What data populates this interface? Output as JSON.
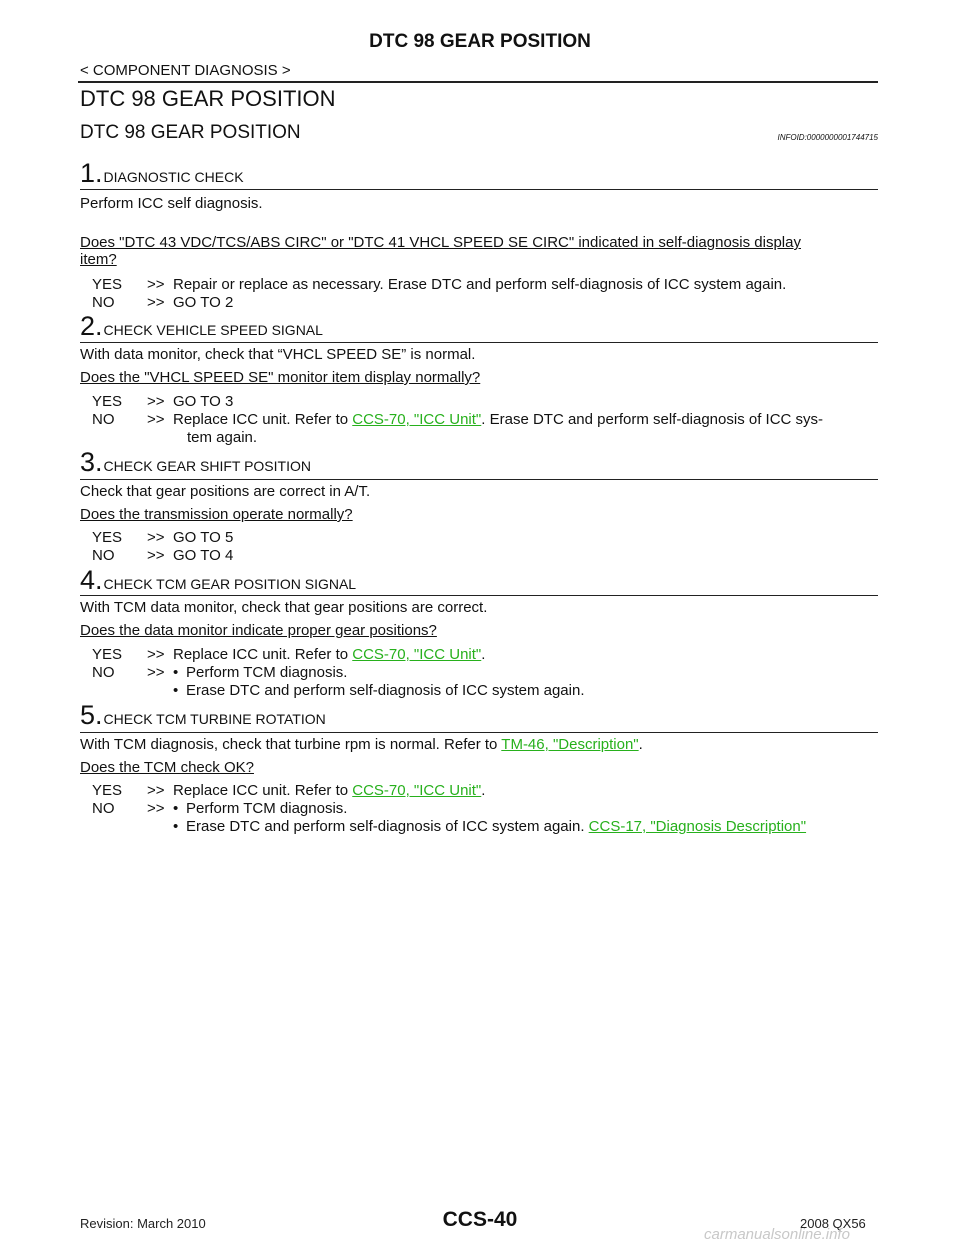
{
  "header": {
    "title": "DTC 98 GEAR POSITION",
    "breadcrumb": "< COMPONENT DIAGNOSIS >"
  },
  "section": {
    "title": "DTC 98 GEAR POSITION",
    "subtitle": "DTC 98 GEAR POSITION",
    "info_id": "INFOID:0000000001744715"
  },
  "steps": [
    {
      "num": "1.",
      "title": "DIAGNOSTIC CHECK",
      "instruction": "Perform ICC self diagnosis.",
      "question_line1": "Does \"DTC 43 VDC/TCS/ABS CIRC\" or \"DTC 41 VHCL SPEED SE CIRC\" indicated in self-diagnosis display",
      "question_line2": "item?",
      "yes_label": "YES",
      "arrow": ">>",
      "yes_text": "Repair or replace as necessary. Erase DTC and perform self-diagnosis of ICC system again.",
      "no_label": "NO",
      "no_text": "GO TO 2"
    },
    {
      "num": "2.",
      "title": "CHECK VEHICLE SPEED SIGNAL",
      "instruction": "With data monitor, check that “VHCL SPEED SE” is normal.",
      "question": "Does the \"VHCL SPEED SE\" monitor item display normally?",
      "yes_label": "YES",
      "arrow": ">>",
      "yes_text": "GO TO 3",
      "no_label": "NO",
      "no_pre": "Replace ICC unit. Refer to ",
      "no_link": "CCS-70, \"ICC Unit\"",
      "no_post": ". Erase DTC and perform self-diagnosis of ICC sys-",
      "no_cont": "tem again."
    },
    {
      "num": "3.",
      "title": "CHECK GEAR SHIFT POSITION",
      "instruction": "Check that gear positions are correct in A/T.",
      "question": "Does the transmission operate normally?",
      "yes_label": "YES",
      "arrow": ">>",
      "yes_text": "GO TO 5",
      "no_label": "NO",
      "no_text": "GO TO 4"
    },
    {
      "num": "4.",
      "title": "CHECK TCM GEAR POSITION SIGNAL",
      "instruction": "With TCM data monitor, check that gear positions are correct.",
      "question": "Does the data monitor indicate proper gear positions?",
      "yes_label": "YES",
      "arrow": ">>",
      "yes_pre": "Replace ICC unit. Refer to ",
      "yes_link": "CCS-70, \"ICC Unit\"",
      "yes_post": ".",
      "no_label": "NO",
      "bullet": "•",
      "no_bullet1": "Perform TCM diagnosis.",
      "no_bullet2": "Erase DTC and perform self-diagnosis of ICC system again."
    },
    {
      "num": "5.",
      "title": "CHECK TCM TURBINE ROTATION",
      "instruction_pre": "With TCM diagnosis, check that turbine rpm is normal. Refer to ",
      "instruction_link": "TM-46, \"Description\"",
      "instruction_post": ".",
      "question": "Does the TCM check OK?",
      "yes_label": "YES",
      "arrow": ">>",
      "yes_pre": "Replace ICC unit. Refer to ",
      "yes_link": "CCS-70, \"ICC Unit\"",
      "yes_post": ".",
      "no_label": "NO",
      "bullet": "•",
      "no_bullet1": "Perform TCM diagnosis.",
      "no_bullet2": "Erase DTC and perform self-diagnosis of ICC system again. ",
      "no_link": "CCS-17, \"Diagnosis Description\""
    }
  ],
  "footer": {
    "revision": "Revision: March 2010",
    "page": "CCS-40",
    "model": "2008 QX56",
    "watermark": "carmanualsonline.info"
  },
  "colors": {
    "link": "#27b01c",
    "text": "#111111"
  }
}
